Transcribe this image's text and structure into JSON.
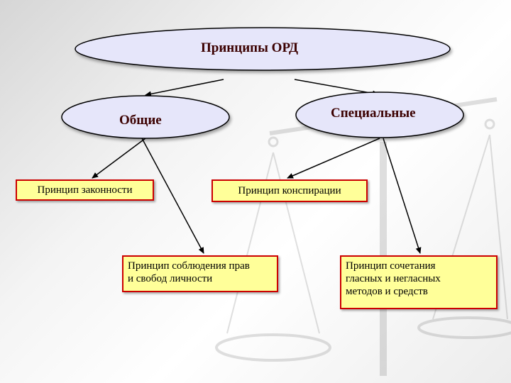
{
  "diagram": {
    "root": {
      "label": "Принципы ОРД"
    },
    "general": {
      "label": "Общие"
    },
    "special": {
      "label": "Специальные"
    },
    "boxes": {
      "legality": "Принцип законности",
      "conspiracy": "Принцип конспирации",
      "rights": "Принцип соблюдения прав\nи свобод личности",
      "combination": "Принцип сочетания\nгласных и негласных\nметодов и средств"
    }
  },
  "colors": {
    "oval_fill": "#e6e6fa",
    "oval_stroke": "#000000",
    "box_fill": "#ffff99",
    "box_border": "#cc0000"
  }
}
